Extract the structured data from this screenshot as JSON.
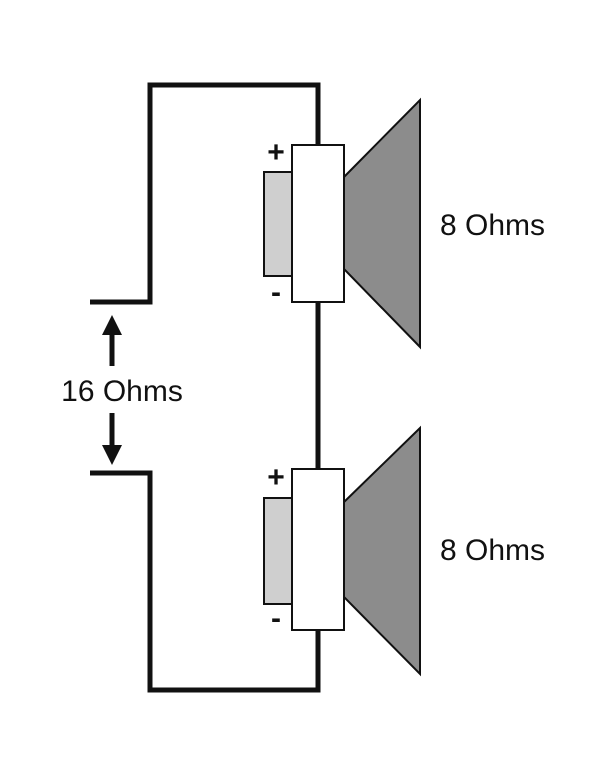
{
  "labels": {
    "total_impedance": "16 Ohms",
    "speaker_top_impedance": "8 Ohms",
    "speaker_bottom_impedance": "8 Ohms",
    "positive": "+",
    "negative": "-"
  },
  "colors": {
    "wire": "#111111",
    "magnet": "#cfcfcf",
    "cone": "#8c8c8c",
    "frame": "#ffffff"
  }
}
